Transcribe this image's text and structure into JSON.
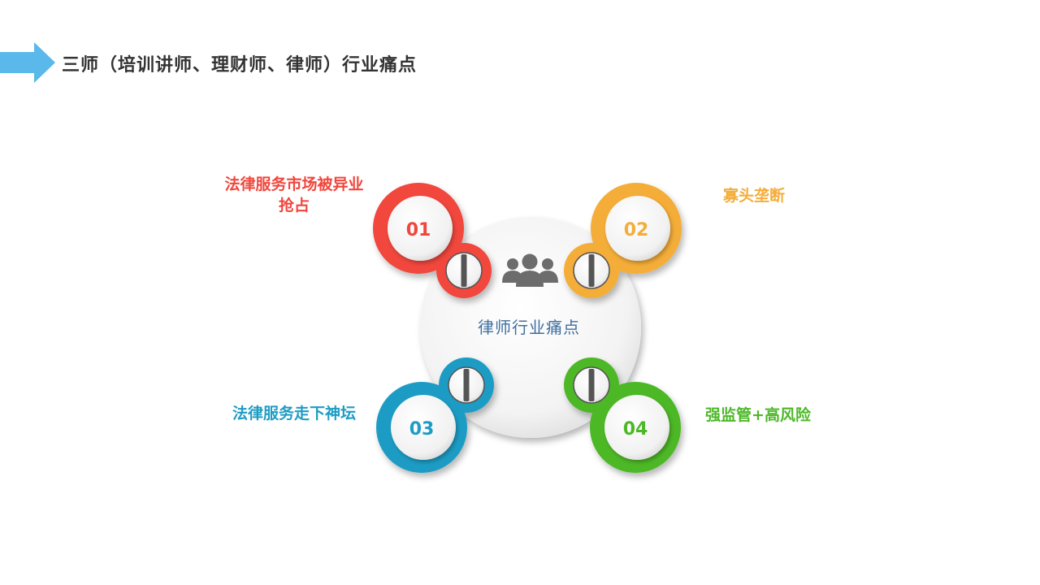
{
  "header": {
    "title": "三师（培训讲师、理财师、律师）行业痛点"
  },
  "diagram": {
    "center_label": "律师行业痛点",
    "center_icon": "people-group-icon",
    "items": [
      {
        "number": "01",
        "label": "法律服务市场被异业抢占",
        "color": "#f1463c"
      },
      {
        "number": "02",
        "label": "寡头垄断",
        "color": "#f4ad39"
      },
      {
        "number": "03",
        "label": "法律服务走下神坛",
        "color": "#1f9cc4"
      },
      {
        "number": "04",
        "label": "强监管+高风险",
        "color": "#4db827"
      }
    ]
  },
  "colors": {
    "arrow": "#5ab8ea",
    "title": "#333333",
    "center_text": "#3f6f9e"
  }
}
